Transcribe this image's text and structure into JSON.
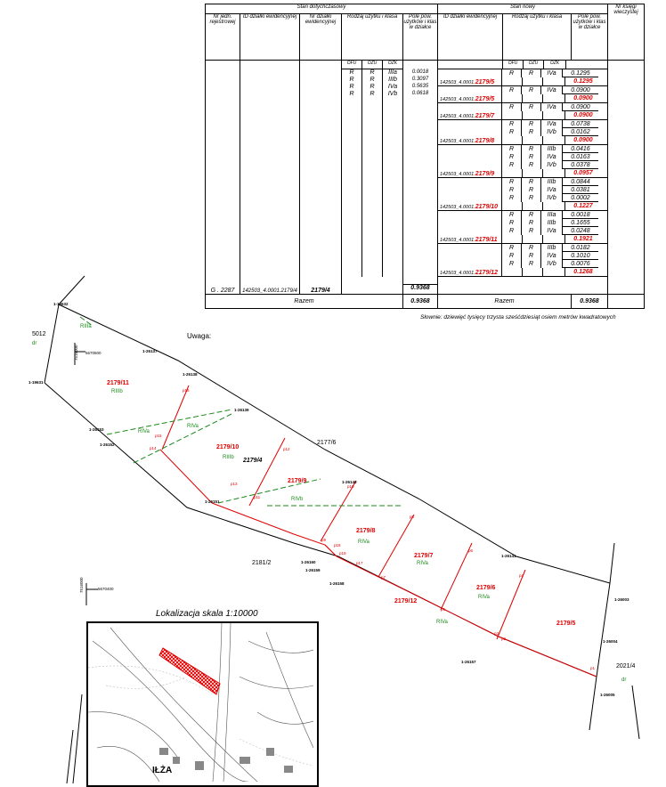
{
  "table": {
    "header_old": "Stan dotychczasowy",
    "header_new": "Stan nowy",
    "col_jedn": "Nr jedn. rejestrowej",
    "col_id_old": "ID działki ewidencyjnej",
    "col_nr_old": "Nr działki ewidencyjnej",
    "col_rodzaj_old": "Rodzaj użytku i klasa",
    "col_pole_old": "Pole pow. użytków i klas w działce",
    "col_id_new": "ID działki ewidencyjnej",
    "col_rodzaj_new": "Rodzaj użytku i klasa",
    "col_pole_new": "Pole pow. użytków i klas w działce",
    "col_ksiega": "Nr księgi wieczystej",
    "sub_ofu": "OFU",
    "sub_ozu": "OZU",
    "sub_ozk": "OZK",
    "old_ofu": [
      "R",
      "R",
      "R",
      "R"
    ],
    "old_ozu": [
      "R",
      "R",
      "R",
      "R"
    ],
    "old_ozk": [
      "IIIa",
      "IIIb",
      "IVa",
      "IVb"
    ],
    "old_area": [
      "0.0018",
      "0.3097",
      "0.5635",
      "0.0618"
    ],
    "old_jedn": "G . 2287",
    "old_id": "142503_4.0001.2179/4",
    "old_nr": "2179/4",
    "old_total": "0.9368",
    "parcels": [
      {
        "id_prefix": "142503_4.0001.",
        "id_nr": "2179/5",
        "rows": [
          [
            "R",
            "R",
            "IVa",
            "0.1295"
          ]
        ],
        "total": "0.1295"
      },
      {
        "id_prefix": "142503_4.0001.",
        "id_nr": "2179/5",
        "rows": [
          [
            "R",
            "R",
            "IVa",
            "0.0900"
          ]
        ],
        "total": "0.0900"
      },
      {
        "id_prefix": "142503_4.0001.",
        "id_nr": "2179/7",
        "rows": [
          [
            "R",
            "R",
            "IVa",
            "0.0900"
          ]
        ],
        "total": "0.0900"
      },
      {
        "id_prefix": "142503_4.0001.",
        "id_nr": "2179/8",
        "rows": [
          [
            "R",
            "R",
            "IVa",
            "0.0738"
          ],
          [
            "R",
            "R",
            "IVb",
            "0.0162"
          ]
        ],
        "total": "0.0900"
      },
      {
        "id_prefix": "142503_4.0001.",
        "id_nr": "2179/9",
        "rows": [
          [
            "R",
            "R",
            "IIIb",
            "0.0416"
          ],
          [
            "R",
            "R",
            "IVa",
            "0.0163"
          ],
          [
            "R",
            "R",
            "IVb",
            "0.0378"
          ]
        ],
        "total": "0.0957"
      },
      {
        "id_prefix": "142503_4.0001.",
        "id_nr": "2179/10",
        "rows": [
          [
            "R",
            "R",
            "IIIb",
            "0.0844"
          ],
          [
            "R",
            "R",
            "IVa",
            "0.0381"
          ],
          [
            "R",
            "R",
            "IVb",
            "0.0002"
          ]
        ],
        "total": "0.1227"
      },
      {
        "id_prefix": "142503_4.0001.",
        "id_nr": "2179/11",
        "rows": [
          [
            "R",
            "R",
            "IIIa",
            "0.0018"
          ],
          [
            "R",
            "R",
            "IIIb",
            "0.1655"
          ],
          [
            "R",
            "R",
            "IVa",
            "0.0248"
          ]
        ],
        "total": "0.1921"
      },
      {
        "id_prefix": "142503_4.0001.",
        "id_nr": "2179/12",
        "rows": [
          [
            "R",
            "R",
            "IIIb",
            "0.0182"
          ],
          [
            "R",
            "R",
            "IVa",
            "0.1010"
          ],
          [
            "R",
            "R",
            "IVb",
            "0.0076"
          ]
        ],
        "total": "0.1268"
      }
    ],
    "razem_label": "Razem",
    "razem_old": "0.9368",
    "razem_new_label": "Razem",
    "razem_new": "0.9368",
    "slownie": "Słownie: dziewięć tysięcy trzysta sześćdziesiąt osiem  metrów kwadratowych"
  },
  "map": {
    "uwaga": "Uwaga:",
    "lokalizacja": "Lokalizacja skala 1:10000",
    "town": "IŁŻA",
    "parcel_labels": [
      "2179/11",
      "2179/10",
      "2179/9",
      "2179/8",
      "2179/7",
      "2179/6",
      "2179/5",
      "2179/12"
    ],
    "land_labels": [
      "RIIIb",
      "RIVa",
      "RIVa",
      "RIIIb",
      "RIVb",
      "RIVa",
      "RIVa",
      "RIVa",
      "RIVa",
      "RIIIa"
    ],
    "neighbors": [
      "5012",
      "dr",
      "2177/6",
      "2181/2",
      "2021/4",
      "dr",
      "2179/4"
    ],
    "points": [
      "1-19632",
      "1-19631",
      "1-26137",
      "1-26138",
      "1-26139",
      "1-26153",
      "1-26152",
      "1-26140",
      "1-26151",
      "1-26160",
      "1-26159",
      "1-26158",
      "1-26141",
      "1-26157",
      "1-26003",
      "1-26004",
      "1-26005"
    ],
    "grid_a": "7516000",
    "grid_a2": "5670500",
    "grid_b": "7516000",
    "grid_b2": "5670400",
    "p_labels": [
      "p1",
      "p2",
      "p3",
      "p4",
      "p5",
      "p6",
      "p7",
      "p8",
      "p9",
      "p10",
      "p11",
      "p12",
      "p13",
      "p14",
      "p15",
      "p16",
      "p17",
      "p18",
      "p19"
    ]
  }
}
